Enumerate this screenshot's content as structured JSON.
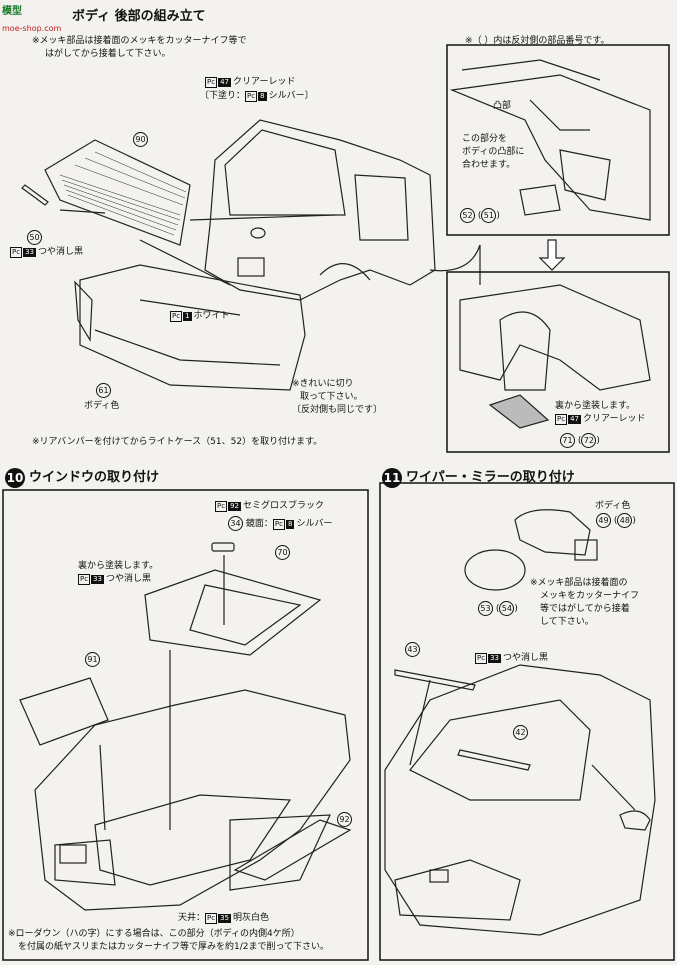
{
  "watermark": {
    "logo": "模型",
    "url": "moe-shop.com"
  },
  "section9": {
    "title": "ボディ 後部の組み立て",
    "note_chrome_1": "※メッキ部品は接着面のメッキをカッターナイフ等で",
    "note_chrome_2": "はがしてから接着して下さい。",
    "paint_clear_red": "クリアーレッド",
    "paint_undercoat_prefix": "〔下塗り：",
    "paint_undercoat_name": "シルバー〕",
    "pc47": "47",
    "pc8": "8",
    "part90": "90",
    "part50": "50",
    "pc33": "33",
    "matte_black": "つや消し黒",
    "pc1": "1",
    "white": "ホワイト",
    "part61": "61",
    "body_color": "ボディ色",
    "note_cut_1": "※きれいに切り",
    "note_cut_2": "取って下さい。",
    "note_cut_3": "〔反対側も同じです〕",
    "note_bottom": "※リアバンパーを付けてからライトケース（51、52）を取り付けます。",
    "detail_note": "※（ ）内は反対側の部品番号です。",
    "convex": "凸部",
    "align_1": "この部分を",
    "align_2": "ボディの凸部に",
    "align_3": "合わせます。",
    "part52": "52",
    "part51": "51",
    "back_paint": "裏から塗装します。",
    "pc47b": "47",
    "clear_red2": "クリアーレッド",
    "part71": "71",
    "part72": "72"
  },
  "section10": {
    "num": "10",
    "title": "ウインドウの取り付け",
    "pc92": "92",
    "semigloss_black": "セミグロスブラック",
    "part34": "34",
    "mirror_face": "鏡面：",
    "pc8": "8",
    "silver": "シルバー",
    "part70": "70",
    "back_paint": "裏から塗装します。",
    "pc33": "33",
    "matte_black": "つや消し黒",
    "part91": "91",
    "part92": "92",
    "ceiling": "天井：",
    "pc35": "35",
    "light_gray_white": "明灰白色",
    "note_1": "※ローダウン（ハの字）にする場合は、この部分（ボディの内側4ケ所）",
    "note_2": "を付属の紙ヤスリまたはカッターナイフ等で厚みを約1/2まで削って下さい。"
  },
  "section11": {
    "num": "11",
    "title": "ワイパー・ミラーの取り付け",
    "body_color": "ボディ色",
    "part49": "49",
    "part48": "48",
    "part53": "53",
    "part54": "54",
    "note_1": "※メッキ部品は接着面の",
    "note_2": "メッキをカッターナイフ",
    "note_3": "等ではがしてから接着",
    "note_4": "して下さい。",
    "part43": "43",
    "pc33": "33",
    "matte_black": "つや消し黒",
    "part42": "42"
  }
}
